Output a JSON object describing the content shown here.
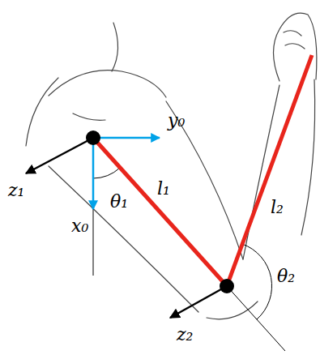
{
  "diagram": {
    "labels": [
      "z₁",
      "y₀",
      "x₀",
      "θ₁",
      "l₁",
      "l₂",
      "θ₂",
      "z₂"
    ]
  }
}
